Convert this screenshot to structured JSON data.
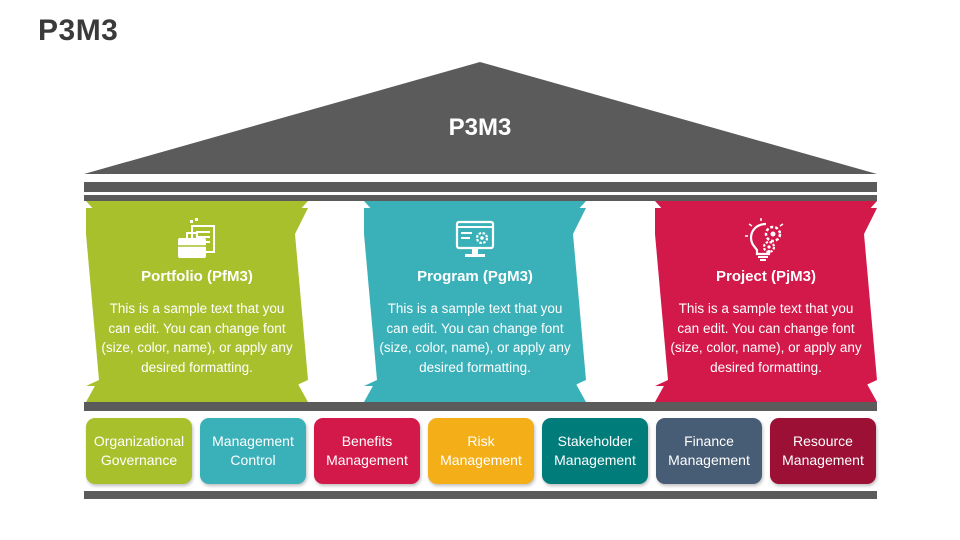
{
  "slide": {
    "title": "P3M3"
  },
  "roof": {
    "title": "P3M3"
  },
  "colors": {
    "roof": "#5b5b5b",
    "beam": "#5b5b5b",
    "portfolio": "#a9c02d",
    "program": "#3ab0b8",
    "project": "#d3184a"
  },
  "pillars": [
    {
      "title": "Portfolio (PfM3)",
      "icon": "briefcase-documents-icon",
      "description": "This is a sample text that you can edit. You can change font (size, color, name), or apply any desired formatting.",
      "color": "#a9c02d"
    },
    {
      "title": "Program (PgM3)",
      "icon": "monitor-gear-icon",
      "description": "This is a sample text that you can edit. You can change font (size, color, name), or apply any desired formatting.",
      "color": "#3ab0b8"
    },
    {
      "title": "Project (PjM3)",
      "icon": "lightbulb-gears-icon",
      "description": "This is a sample text that you can edit. You can change font (size, color, name), or apply any desired formatting.",
      "color": "#d3184a"
    }
  ],
  "base_items": [
    {
      "label": "Organizational Governance",
      "color": "#a9c02d"
    },
    {
      "label": "Management Control",
      "color": "#3ab0b8"
    },
    {
      "label": "Benefits Management",
      "color": "#d3184a"
    },
    {
      "label": "Risk Management",
      "color": "#f3ae18"
    },
    {
      "label": "Stakeholder Management",
      "color": "#007c7b"
    },
    {
      "label": "Finance Management",
      "color": "#475c75"
    },
    {
      "label": "Resource Management",
      "color": "#9b1034"
    }
  ]
}
